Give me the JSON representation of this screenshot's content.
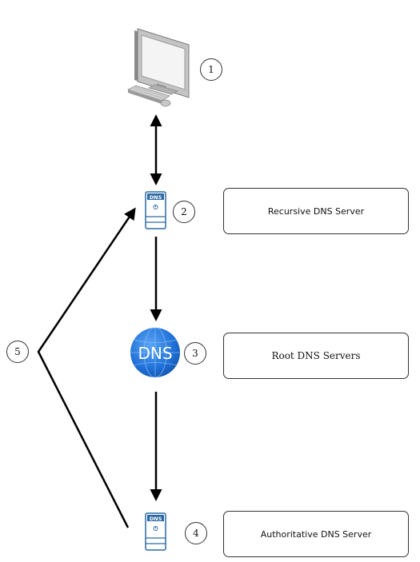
{
  "diagram": {
    "steps": [
      {
        "number": "1"
      },
      {
        "number": "2",
        "label": "Recursive DNS Server"
      },
      {
        "number": "3",
        "label": "Root DNS Servers"
      },
      {
        "number": "4",
        "label": "Authoritative DNS Server"
      },
      {
        "number": "5"
      }
    ],
    "icons": {
      "computer": "computer-icon",
      "recursive_server": "dns-server-icon",
      "root_server": "dns-globe-icon",
      "authoritative_server": "dns-server-icon"
    },
    "icon_texts": {
      "server_tag": "DNS",
      "globe_text": "DNS"
    },
    "colors": {
      "globe_blue": "#1f6fd6",
      "server_blue": "#2b6aa3",
      "arrow": "#000000"
    }
  }
}
